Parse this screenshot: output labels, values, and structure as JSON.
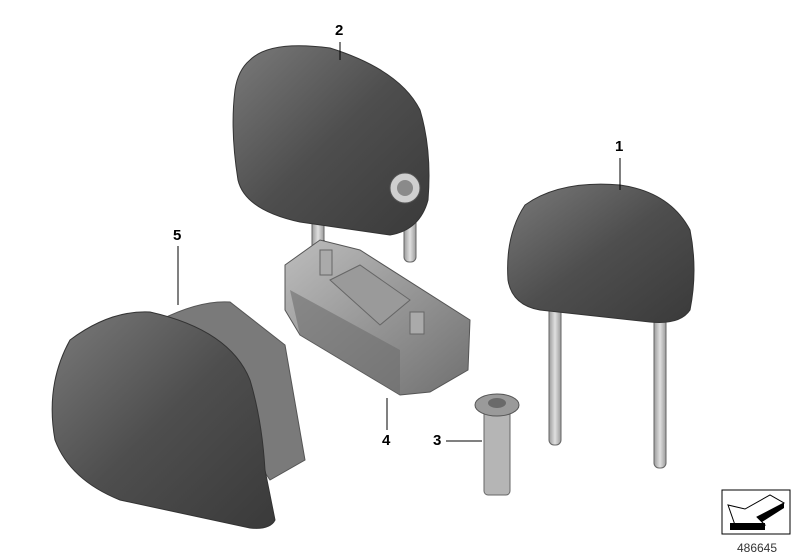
{
  "diagram": {
    "part_labels": [
      "1",
      "2",
      "3",
      "4",
      "5"
    ],
    "image_number": "486645",
    "icon": "arrow-orientation-icon",
    "colors": {
      "part_fill": "#5a5a5a",
      "part_highlight": "#8a8a8a",
      "post": "#c8c8c8",
      "line": "#000000"
    }
  }
}
